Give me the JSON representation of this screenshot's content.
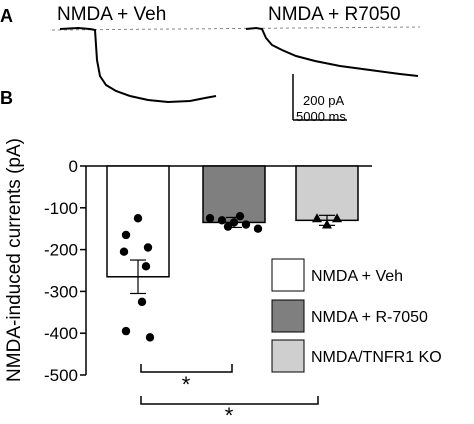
{
  "panels": {
    "a_label": "A",
    "b_label": "B"
  },
  "traces": {
    "veh_label": "NMDA + Veh",
    "r7050_label": "NMDA + R7050",
    "scale_current": "200 pA",
    "scale_time": "5000 ms"
  },
  "significance": {
    "marker_1": "*",
    "marker_2": "*"
  },
  "chart_data": {
    "type": "bar",
    "ylabel": "NMDA-induced currents (pA)",
    "ylim": [
      -500,
      0
    ],
    "yticks": [
      "0",
      "-100",
      "-200",
      "-300",
      "-400",
      "-500"
    ],
    "categories": [
      "NMDA + Veh",
      "NMDA + R-7050",
      "NMDA/TNFR1 KO"
    ],
    "values": [
      -265,
      -135,
      -130
    ],
    "errors": [
      40,
      12,
      12
    ],
    "colors": [
      "#ffffff",
      "#7f7f7f",
      "#cfcfcf"
    ],
    "points": [
      [
        -125,
        -165,
        -205,
        -195,
        -240,
        -325,
        -395,
        -410
      ],
      [
        -125,
        -130,
        -135,
        -140,
        -150,
        -145,
        -120
      ],
      [
        -125,
        -140,
        -125
      ]
    ],
    "point_markers": [
      "circle",
      "circle",
      "triangle"
    ],
    "legend": [
      "NMDA + Veh",
      "NMDA + R-7050",
      "NMDA/TNFR1 KO"
    ],
    "legend_position": "right"
  }
}
